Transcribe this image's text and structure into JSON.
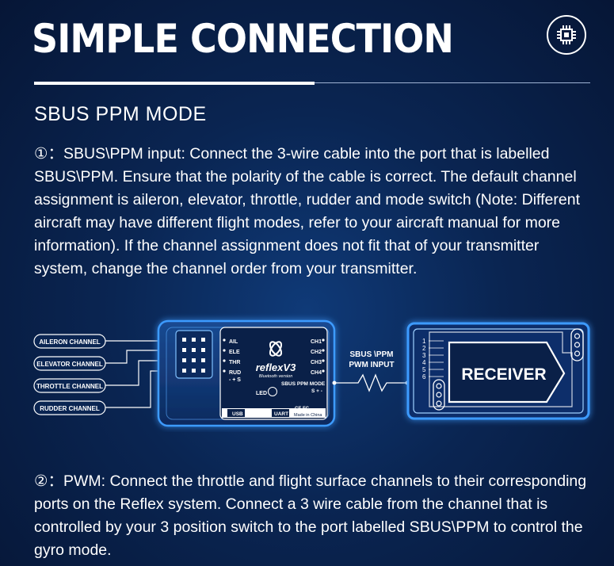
{
  "header": {
    "title": "SIMPLE CONNECTION",
    "chip_icon": "chip-icon"
  },
  "section": {
    "heading": "SBUS PPM MODE"
  },
  "paragraphs": {
    "p1": "①：SBUS\\PPM input: Connect the 3-wire cable into the port that is labelled SBUS\\PPM. Ensure that the polarity of the cable is correct. The default channel assignment is aileron, elevator, throttle, rudder and mode switch (Note: Different aircraft may have different flight modes, refer to your aircraft manual for more information). If the channel assignment does not fit that of your  transmitter system, change the channel order from your transmitter.",
    "p2": "②：PWM: Connect the throttle and flight surface channels to their corresponding ports on the Reflex system. Connect a 3 wire cable from the channel that is controlled by your 3 position switch to the port labelled SBUS\\PPM to control the gyro mode."
  },
  "diagram": {
    "channels": [
      "AILERON CHANNEL",
      "ELEVATOR CHANNEL",
      "THROTTLE CHANNEL",
      "RUDDER CHANNEL"
    ],
    "device": {
      "left_ports": [
        "AIL",
        "ELE",
        "THR",
        "RUD"
      ],
      "left_polarity": "- + S",
      "right_ports": [
        "CH1",
        "CH2",
        "CH3",
        "CH4"
      ],
      "mode_label": "SBUS PPM MODE",
      "mode_polarity": "S + -",
      "brand": "reflexV3",
      "subbrand": "Bluetooth version",
      "led_label": "LED",
      "usb_label": "USB",
      "uart_label": "UART",
      "cert_label": "CE FC",
      "made_label": "Made in China"
    },
    "link_label_line1": "SBUS \\PPM",
    "link_label_line2": "PWM INPUT",
    "receiver": {
      "label": "RECEIVER",
      "channel_numbers": [
        "1",
        "2",
        "3",
        "4",
        "5",
        "6"
      ]
    },
    "colors": {
      "glow": "#2f8cff",
      "line": "#ffffff",
      "device_fill": "#123a78"
    }
  }
}
